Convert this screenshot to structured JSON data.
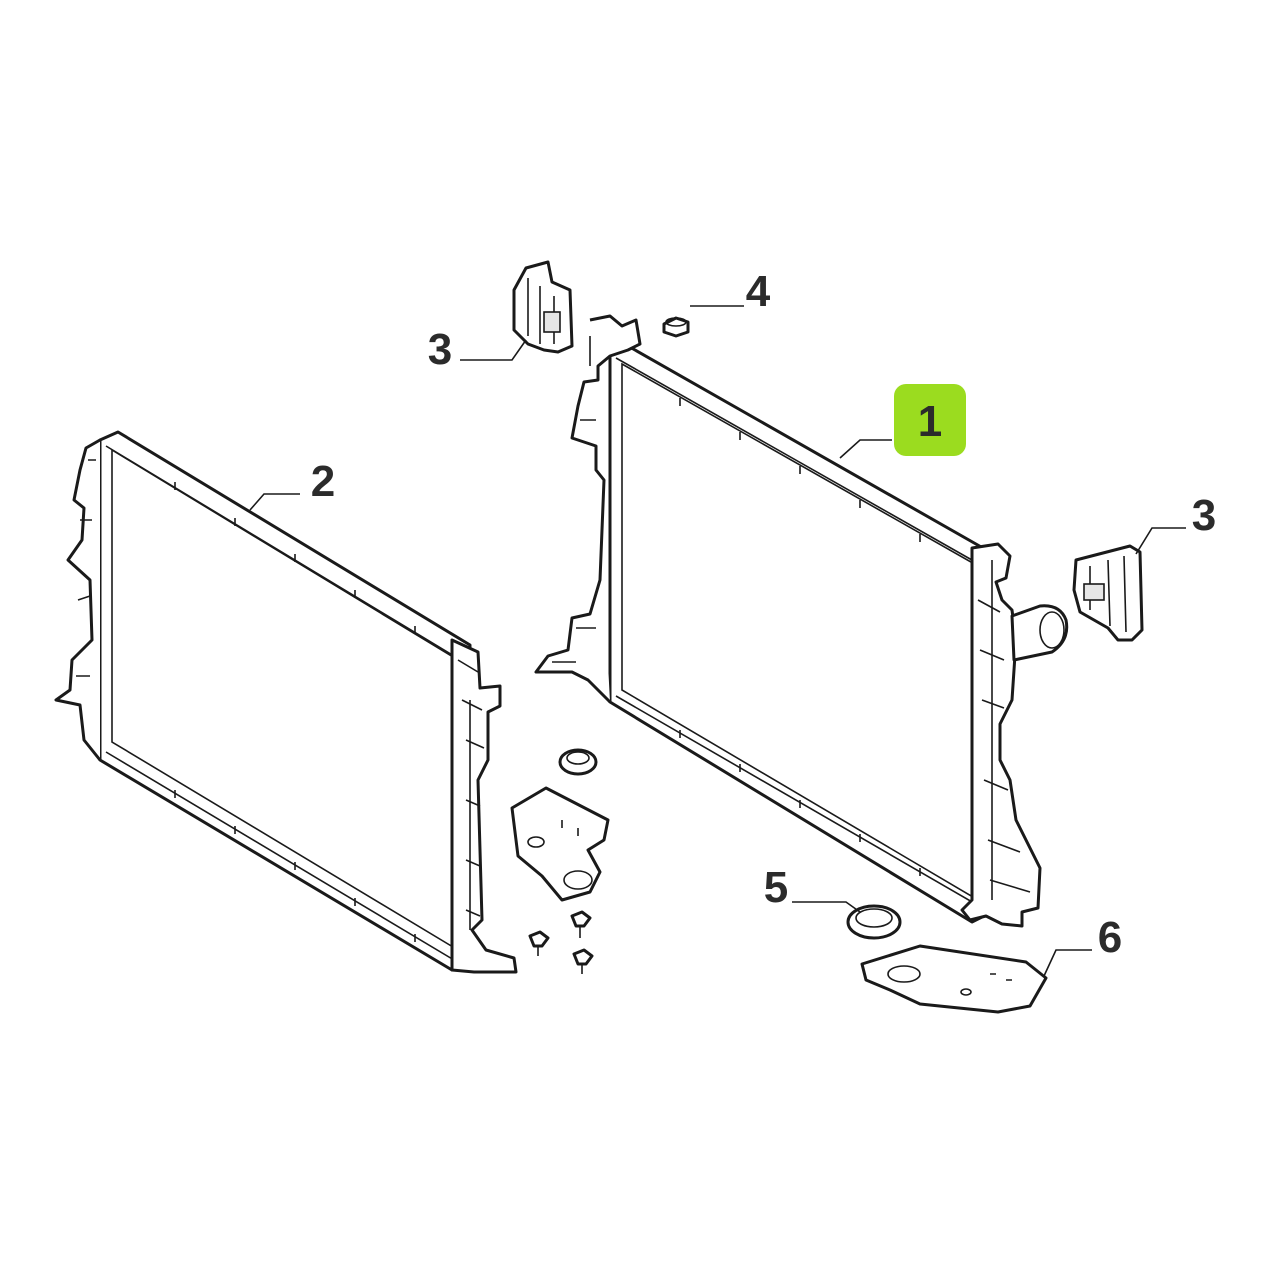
{
  "callouts": {
    "c1": "1",
    "c2": "2",
    "c3_left": "3",
    "c3_right": "3",
    "c4": "4",
    "c5": "5",
    "c6": "6"
  },
  "colors": {
    "highlight": "#9bdc1f",
    "line": "#1a1a1a",
    "label": "#2b2b2b"
  }
}
